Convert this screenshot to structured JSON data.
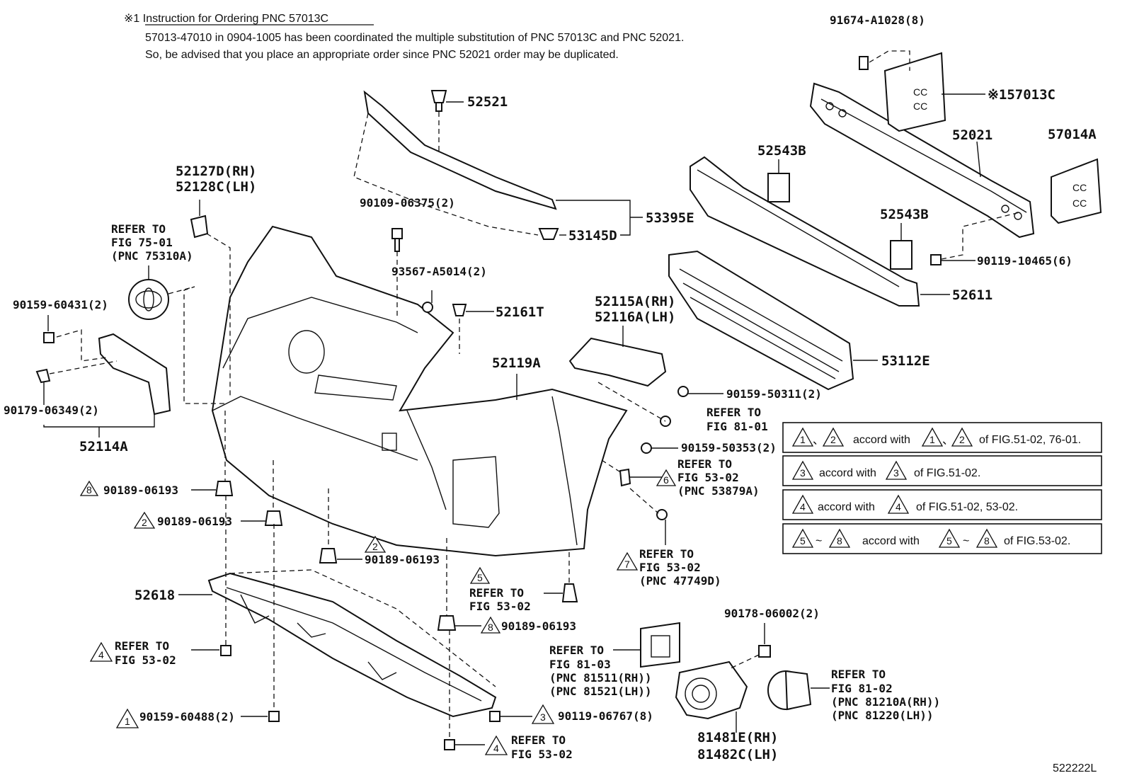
{
  "note": {
    "title": "※1 Instruction for Ordering PNC 57013C",
    "line1": "57013-47010 in 0904-1005 has been coordinated the multiple substitution of PNC 57013C and PNC 52021.",
    "line2": "So, be advised that you place an appropriate order since PNC 52021 order may be duplicated."
  },
  "labels": {
    "p91674": "91674-A1028(8)",
    "p57013c": "※157013C",
    "p52021": "52021",
    "p57014a": "57014A",
    "p52543b_1": "52543B",
    "p52543b_2": "52543B",
    "p90119_10465": "90119-10465(6)",
    "p52611": "52611",
    "p52521": "52521",
    "p53395e": "53395E",
    "p53145d": "53145D",
    "p90109": "90109-06375(2)",
    "p93567": "93567-A5014(2)",
    "p52161t": "52161T",
    "p52127d": "52127D(RH)",
    "p52128c": "52128C(LH)",
    "refer75_a": "REFER TO",
    "refer75_b": "FIG 75-01",
    "refer75_c": "(PNC 75310A)",
    "p90159_60431": "90159-60431(2)",
    "p90179": "90179-06349(2)",
    "p52114a": "52114A",
    "p52119a": "52119A",
    "p52115a": "52115A(RH)",
    "p52116a": "52116A(LH)",
    "p53112e": "53112E",
    "p90159_50311": "90159-50311(2)",
    "refer8101_a": "REFER TO",
    "refer8101_b": "FIG 81-01",
    "p90159_50353": "90159-50353(2)",
    "refer5302_6a": "REFER TO",
    "refer5302_6b": "FIG 53-02",
    "refer5302_6c": "(PNC 53879A)",
    "refer5302_7a": "REFER TO",
    "refer5302_7b": "FIG 53-02",
    "refer5302_7c": "(PNC 47749D)",
    "p90189_8a": "90189-06193",
    "p90189_2a": "90189-06193",
    "p90189_2b": "90189-06193",
    "p90189_8b": "90189-06193",
    "refer5302_5a": "REFER TO",
    "refer5302_5b": "FIG 53-02",
    "p52618": "52618",
    "refer5302_4a": "REFER TO",
    "refer5302_4b": "FIG 53-02",
    "p90159_60488": "90159-60488(2)",
    "p90119_06767": "90119-06767(8)",
    "refer5302_4c": "REFER TO",
    "refer5302_4d": "FIG 53-02",
    "p90178": "90178-06002(2)",
    "refer8103_a": "REFER TO",
    "refer8103_b": "FIG 81-03",
    "refer8103_c": "(PNC 81511(RH))",
    "refer8103_d": "(PNC 81521(LH))",
    "refer8102_a": "REFER TO",
    "refer8102_b": "FIG 81-02",
    "refer8102_c": "(PNC 81210A(RH))",
    "refer8102_d": "(PNC 81220(LH))",
    "p81481e": "81481E(RH)",
    "p81482c": "81482C(LH)",
    "figno": "522222L"
  },
  "triangles": {
    "t1": "1",
    "t2": "2",
    "t3": "3",
    "t4": "4",
    "t5": "5",
    "t6": "6",
    "t7": "7",
    "t8": "8"
  },
  "legend": [
    {
      "pre": "、",
      "text": "accord with",
      "post": "、",
      "ref": "of FIG.51-02, 76-01."
    },
    {
      "text": "accord with",
      "ref": "of FIG.51-02."
    },
    {
      "text": "accord with",
      "ref": "of FIG.51-02, 53-02."
    },
    {
      "pre": "~",
      "text": "accord with",
      "post": "~",
      "ref": "of FIG.53-02."
    }
  ]
}
